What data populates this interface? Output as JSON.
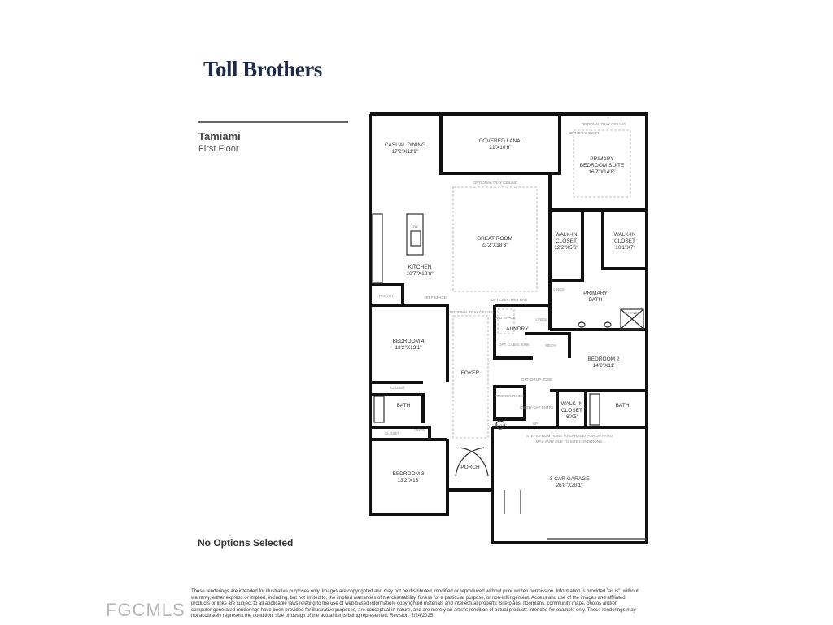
{
  "brand": {
    "logo": "Toll Brothers"
  },
  "plan": {
    "name": "Tamiami",
    "floor": "First Floor",
    "options": "No Options Selected"
  },
  "rooms": {
    "casual_dining": {
      "name": "CASUAL DINING",
      "size": "17'2\"X11'9\""
    },
    "covered_lanai": {
      "name": "COVERED LANAI",
      "size": "21'X10'6\""
    },
    "primary_suite": {
      "name1": "PRIMARY",
      "name2": "BEDROOM SUITE",
      "size": "16'7\"X14'8\""
    },
    "great_room": {
      "name": "GREAT ROOM",
      "size": "23'2\"X18'3\""
    },
    "kitchen": {
      "name": "KITCHEN",
      "size": "16'7\"X13'6\""
    },
    "walk_in_1": {
      "name1": "WALK-IN",
      "name2": "CLOSET",
      "size": "12'2\"X5'6\""
    },
    "walk_in_2": {
      "name1": "WALK-IN",
      "name2": "CLOSET",
      "size": "10'1\"X7'"
    },
    "primary_bath": {
      "name1": "PRIMARY",
      "name2": "BATH"
    },
    "bedroom_4": {
      "name": "BEDROOM 4",
      "size": "13'2\"X13'1\""
    },
    "foyer": {
      "name": "FOYER"
    },
    "laundry": {
      "name": "LAUNDRY"
    },
    "bedroom_2": {
      "name": "BEDROOM 2",
      "size": "14'2\"X11'"
    },
    "walk_in_3": {
      "name1": "WALK-IN",
      "name2": "CLOSET",
      "size": "6'X5'"
    },
    "bath_right": {
      "name": "BATH"
    },
    "bath_left": {
      "name": "BATH"
    },
    "bedroom_3": {
      "name": "BEDROOM 3",
      "size": "13'2\"X13'"
    },
    "porch": {
      "name": "PORCH"
    },
    "garage": {
      "name": "3-CAR GARAGE",
      "size": "26'8\"X20'1\""
    }
  },
  "small_labels": {
    "optional_tray_ceiling_top": "OPTIONAL TRAY CEILING",
    "optional_door": "OPTIONAL DOOR",
    "optional_tray_ceiling_great": "OPTIONAL TRAY CEILING",
    "optional_tray_ceiling_foyer": "OPTIONAL TRAY CEILING",
    "optional_wet_bar": "OPTIONAL WET BAR",
    "dw": "DW",
    "pantry": "PANTRY",
    "ref_space": "REF SPACE",
    "linen_1": "LINEN",
    "linen_2": "LINEN",
    "linen_3": "LINEN",
    "shower": "SHOWER",
    "wd_space": "W/D SPACE",
    "mech": "MECH",
    "closet_1": "CLOSET",
    "closet_2": "CLOSET",
    "powder_room": "POWDER ROOM",
    "everyday_entry": "EVERY-DAY ENTRY",
    "up": "UP",
    "wh": "WH",
    "opt_cabinet": "OPT. CABIN. SINK",
    "opt_drop": "OPT. DROP ZONE",
    "garage_note1": "STEPS FROM HOME TO GARAGE/ PORCH/ PATIO",
    "garage_note2": "MAY VARY DUE TO SITE CONDITIONS."
  },
  "disclaimer": "These renderings are intended for illustrative purposes only. Images are copyrighted and may not be distributed, modified or reproduced without prior written permission. Information is provided \"as is\", without warranty, either express or implied, including, but not limited to, the implied warranties of merchantability, fitness for a particular purpose, or non-infringement. Access and use of the images and affiliated products or links are subject to all applicable laws relating to the use of web-based information, copyrighted materials and intellectual property. Site plans, floorplans, community maps, photos and/or computer-generated renderings have been provided for illustrative purposes, are conceptual in nature, and are merely an artist's rendition of actual products intended for example only. These renderings may not accurately represent the condition, size or design of the actual items being represented. Revision: 2/24/2025",
  "watermark": "FGCMLS"
}
